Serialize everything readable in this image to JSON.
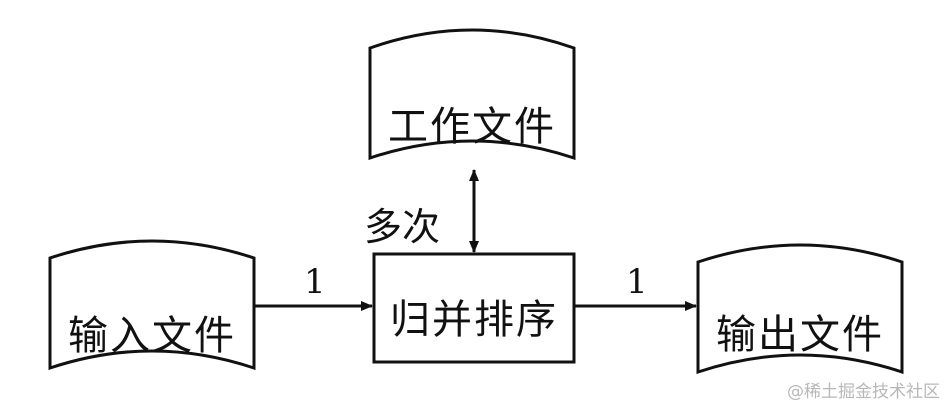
{
  "nodes": {
    "work_file": "工作文件",
    "input_file": "输入文件",
    "merge_sort": "归并排序",
    "output_file": "输出文件"
  },
  "edges": {
    "input_to_sort": "1",
    "sort_to_output": "1",
    "sort_work_multiple": "多次"
  },
  "watermark": "@稀土掘金技术社区"
}
